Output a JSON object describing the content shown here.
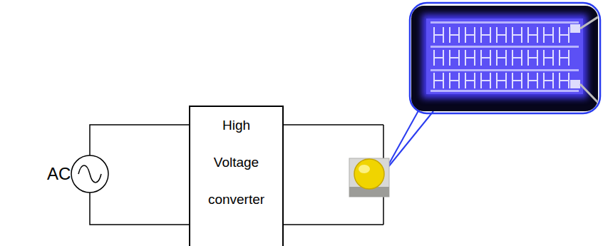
{
  "diagram": {
    "nodes": [
      {
        "text": [
          "AC"
        ]
      },
      {
        "text": [
          "High Voltage converter"
        ]
      }
    ],
    "edges": [
      {
        "from": 0,
        "to": 1,
        "arrow": "none"
      },
      {
        "from": 0,
        "to": 1,
        "arrow": "none"
      }
    ]
  }
}
